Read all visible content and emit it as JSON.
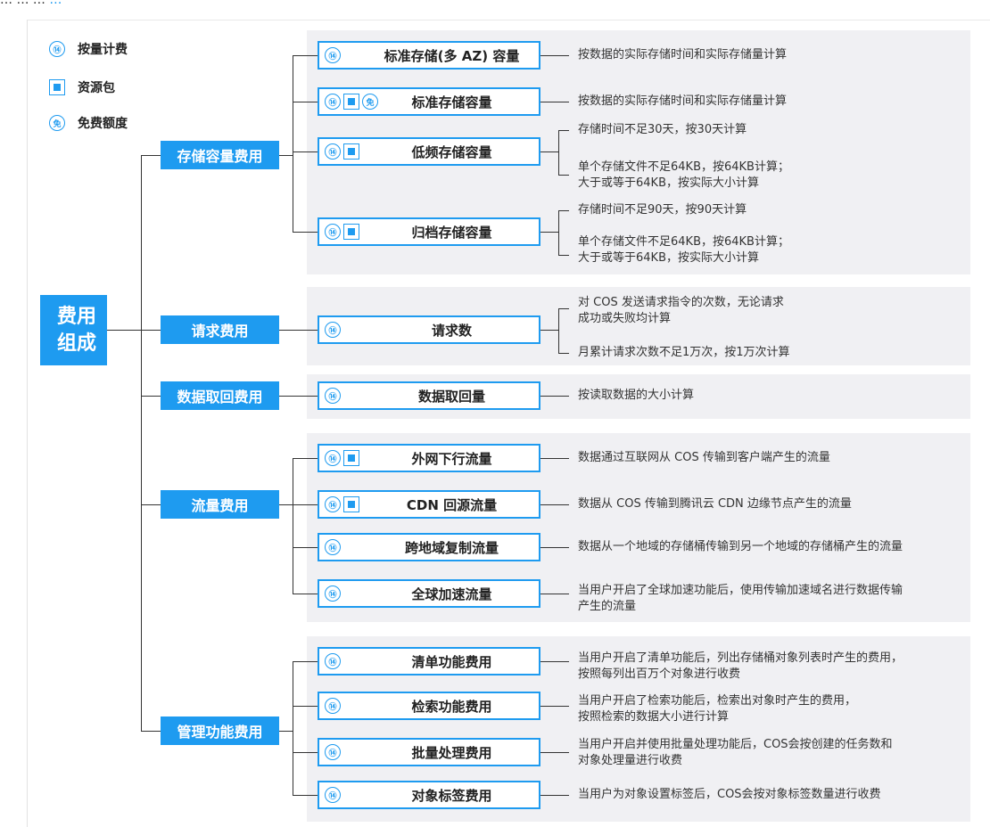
{
  "header": {
    "prefix": "…  …  …  ",
    "link": "…"
  },
  "legend": [
    {
      "icon": "pay-per-use",
      "label": "按量计费"
    },
    {
      "icon": "resource-pack",
      "label": "资源包"
    },
    {
      "icon": "free-quota",
      "label": "免费额度"
    }
  ],
  "icon_glyphs": {
    "pay": "⑭",
    "free": "免"
  },
  "root": {
    "line1": "费用",
    "line2": "组成"
  },
  "categories": [
    {
      "label": "存储容量费用"
    },
    {
      "label": "请求费用"
    },
    {
      "label": "数据取回费用"
    },
    {
      "label": "流量费用"
    },
    {
      "label": "管理功能费用"
    }
  ],
  "items": [
    {
      "label": "标准存储(多 AZ) 容量",
      "icons": [
        "pay"
      ],
      "desc": [
        "按数据的实际存储时间和实际存储量计算"
      ]
    },
    {
      "label": "标准存储容量",
      "icons": [
        "pay",
        "pack",
        "free"
      ],
      "desc": [
        "按数据的实际存储时间和实际存储量计算"
      ]
    },
    {
      "label": "低频存储容量",
      "icons": [
        "pay",
        "pack"
      ],
      "desc": [
        "存储时间不足30天，按30天计算",
        "单个存储文件不足64KB，按64KB计算；",
        "大于或等于64KB，按实际大小计算"
      ]
    },
    {
      "label": "归档存储容量",
      "icons": [
        "pay",
        "pack"
      ],
      "desc": [
        "存储时间不足90天，按90天计算",
        "单个存储文件不足64KB，按64KB计算；",
        "大于或等于64KB，按实际大小计算"
      ]
    },
    {
      "label": "请求数",
      "icons": [
        "pay"
      ],
      "desc": [
        "对 COS 发送请求指令的次数，无论请求",
        "成功或失败均计算",
        "月累计请求次数不足1万次，按1万次计算"
      ]
    },
    {
      "label": "数据取回量",
      "icons": [
        "pay"
      ],
      "desc": [
        "按读取数据的大小计算"
      ]
    },
    {
      "label": "外网下行流量",
      "icons": [
        "pay",
        "pack"
      ],
      "desc": [
        "数据通过互联网从 COS 传输到客户端产生的流量"
      ]
    },
    {
      "label": "CDN 回源流量",
      "icons": [
        "pay",
        "pack"
      ],
      "desc": [
        "数据从 COS 传输到腾讯云 CDN 边缘节点产生的流量"
      ]
    },
    {
      "label": "跨地域复制流量",
      "icons": [
        "pay"
      ],
      "desc": [
        "数据从一个地域的存储桶传输到另一个地域的存储桶产生的流量"
      ]
    },
    {
      "label": "全球加速流量",
      "icons": [
        "pay"
      ],
      "desc": [
        "当用户开启了全球加速功能后，使用传输加速域名进行数据传输",
        "产生的流量"
      ]
    },
    {
      "label": "清单功能费用",
      "icons": [
        "pay"
      ],
      "desc": [
        "当用户开启了清单功能后，列出存储桶对象列表时产生的费用，",
        "按照每列出百万个对象进行收费"
      ]
    },
    {
      "label": "检索功能费用",
      "icons": [
        "pay"
      ],
      "desc": [
        "当用户开启了检索功能后，检索出对象时产生的费用，",
        "按照检索的数据大小进行计算"
      ]
    },
    {
      "label": "批量处理费用",
      "icons": [
        "pay"
      ],
      "desc": [
        "当用户开启并使用批量处理功能后，COS会按创建的任务数和",
        "对象处理量进行收费"
      ]
    },
    {
      "label": "对象标签费用",
      "icons": [
        "pay"
      ],
      "desc": [
        "当用户为对象设置标签后，COS会按对象标签数量进行收费"
      ]
    }
  ]
}
